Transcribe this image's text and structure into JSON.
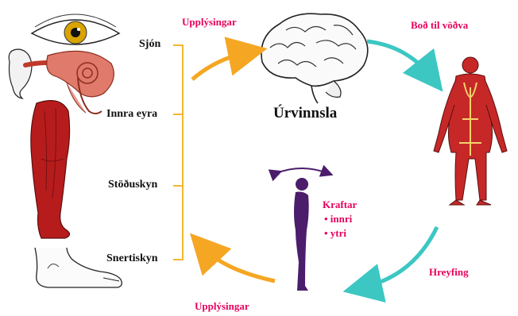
{
  "senses": [
    {
      "id": "sight",
      "label": "Sjón"
    },
    {
      "id": "inner-ear",
      "label": "Innra eyra"
    },
    {
      "id": "balance",
      "label": "Stöðuskyn"
    },
    {
      "id": "touch",
      "label": "Snertiskyn"
    }
  ],
  "center": {
    "label": "Úrvinnsla"
  },
  "flows": {
    "info_top": "Upplýsingar",
    "message_to_muscles": "Boð til vöðva",
    "movement": "Hreyfing",
    "info_bottom": "Upplýsingar"
  },
  "forces": {
    "title": "Kraftar",
    "items": [
      "• innri",
      "• ytri"
    ]
  },
  "icons": [
    "eye-icon",
    "ear-icon",
    "leg-muscle-icon",
    "foot-icon",
    "brain-icon",
    "muscle-figure-icon",
    "human-silhouette-icon"
  ],
  "colors": {
    "bracket": "#f5b72e",
    "arrow_orange": "#f5a623",
    "arrow_teal": "#3cc7c3",
    "pink": "#e6005c",
    "purple": "#4b1d6b",
    "muscle": "#c62828"
  }
}
